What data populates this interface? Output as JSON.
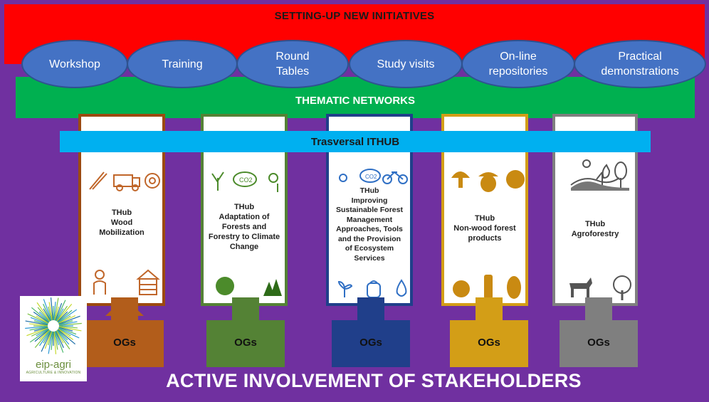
{
  "top_banner": {
    "title": "SETTING-UP NEW INITIATIVES"
  },
  "ovals": [
    {
      "label": "Workshop"
    },
    {
      "label": "Training"
    },
    {
      "label": "Round Tables"
    },
    {
      "label": "Study visits"
    },
    {
      "label": "On-line repositories"
    },
    {
      "label": "Practical demonstrations"
    }
  ],
  "thematic_networks": {
    "title": "THEMATIC NETWORKS"
  },
  "transversal": {
    "title": "Trasversal ITHUB"
  },
  "thubs": [
    {
      "text": "THub\nWood\nMobilization",
      "color": "#9c4a10",
      "icons": [
        "saw-icon",
        "truck-icon",
        "log-icon",
        "worker-icon",
        "cabin-icon"
      ]
    },
    {
      "text": "THub\nAdaptation of\nForests and\nForestry to Climate\nChange",
      "color": "#548235",
      "icons": [
        "tree-icon",
        "co2-icon",
        "sun-thermometer-icon",
        "earth-icon",
        "forest-fire-icon"
      ]
    },
    {
      "text": "THub\nImproving\nSustainable Forest\nManagement\nApproaches, Tools\nand the Provision\nof Ecosystem\nServices",
      "color": "#203f8a",
      "icons": [
        "paw-icon",
        "co2-icon",
        "bicycle-icon",
        "sprout-icon",
        "backpack-icon",
        "water-drop-icon"
      ]
    },
    {
      "text": "THub\nNon-wood forest\nproducts",
      "color": "#d39e17",
      "icons": [
        "mushroom-icon",
        "acorn-icon",
        "berry-icon",
        "chestnut-icon",
        "cork-icon",
        "pinecone-icon"
      ]
    },
    {
      "text": "THub\nAgroforestry",
      "color": "#7f7f7f",
      "icons": [
        "landscape-icon",
        "goat-icon",
        "tree-icon"
      ]
    }
  ],
  "ogs": [
    {
      "label": "OGs",
      "color": "#b25d1b"
    },
    {
      "label": "OGs",
      "color": "#548235"
    },
    {
      "label": "OGs",
      "color": "#203f8a"
    },
    {
      "label": "OGs",
      "color": "#d39e17"
    },
    {
      "label": "OGs",
      "color": "#7f7f7f"
    }
  ],
  "bottom_title": "ACTIVE INVOLVEMENT OF STAKEHOLDERS",
  "logo": {
    "name": "eip-agri",
    "tagline": "AGRICULTURE & INNOVATION"
  }
}
